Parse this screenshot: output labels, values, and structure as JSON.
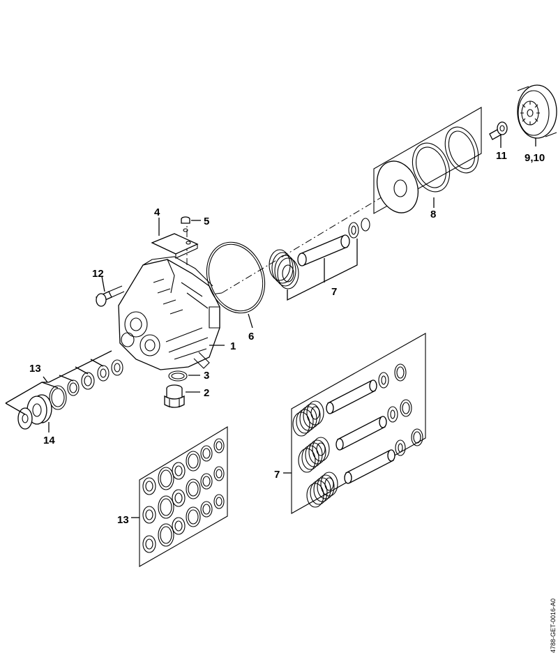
{
  "diagram": {
    "labels": {
      "l1": "1",
      "l2": "2",
      "l3": "3",
      "l4": "4",
      "l5": "5",
      "l6": "6",
      "l7a": "7",
      "l7b": "7",
      "l8": "8",
      "l910": "9,10",
      "l11": "11",
      "l12": "12",
      "l13a": "13",
      "l13b": "13",
      "l14": "14"
    },
    "drawing_code": "4788-GET-0016-A0"
  }
}
